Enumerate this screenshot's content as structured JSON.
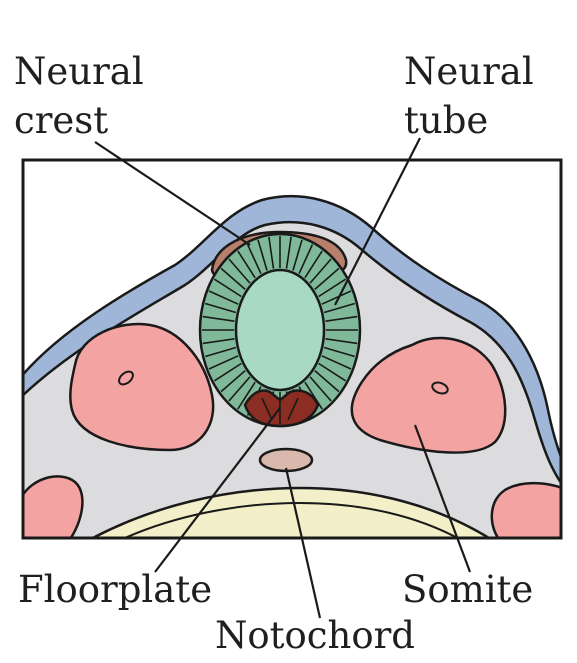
{
  "labels": {
    "neural_crest_line1": "Neural",
    "neural_crest_line2": "crest",
    "neural_tube_line1": "Neural",
    "neural_tube_line2": "tube",
    "floorplate": "Floorplate",
    "somite": "Somite",
    "notochord": "Notochord"
  },
  "colors": {
    "background_tissue": "#dcdcdf",
    "ectoderm": "#9fb6d8",
    "neural_crest": "#b8806a",
    "neural_tube_lumen": "#a8d9c2",
    "neural_tube_wall": "#7fb99a",
    "floorplate": "#8b2d22",
    "somite": "#f4a3a3",
    "notochord": "#d9b8ad",
    "endoderm": "#f3efc8",
    "outline": "#1a1a1a"
  }
}
